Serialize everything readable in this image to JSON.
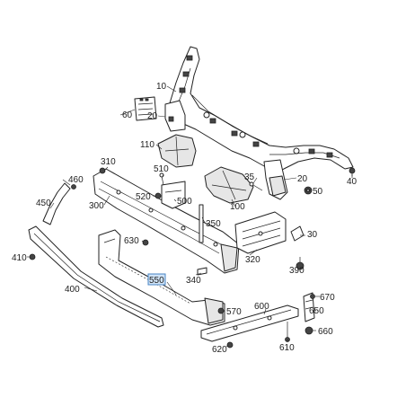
{
  "diagram": {
    "highlight_color": "#cfe3f7",
    "highlight_border": "#4a86c5",
    "line_color": "#222222",
    "labels": {
      "p10": "10",
      "p20": "20",
      "p30": "30",
      "p35": "35",
      "p40": "40",
      "p50": "50",
      "p60": "60",
      "p100": "100",
      "p110": "110",
      "p300": "300",
      "p310": "310",
      "p320": "320",
      "p340": "340",
      "p350": "350",
      "p390": "390",
      "p400": "400",
      "p410": "410",
      "p450": "450",
      "p460": "460",
      "p500": "500",
      "p510": "510",
      "p520": "520",
      "p550": "550",
      "p570": "570",
      "p600": "600",
      "p610": "610",
      "p620": "620",
      "p630": "630",
      "p650": "650",
      "p660": "660",
      "p670": "670"
    }
  }
}
